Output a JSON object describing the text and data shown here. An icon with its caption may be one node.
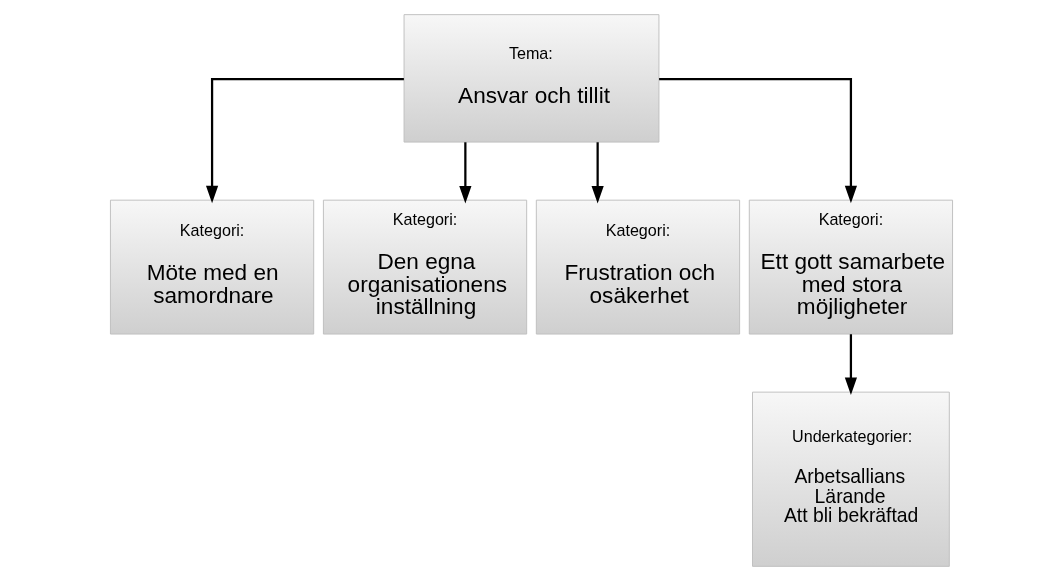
{
  "diagram": {
    "nodes": [
      {
        "text": [
          "Tema:",
          "Ansvar och tillit"
        ]
      },
      {
        "text": [
          "Kategori:",
          "Möte med en samordnare"
        ]
      },
      {
        "text": [
          "Kategori:",
          "Den egna organisationens inställning"
        ]
      },
      {
        "text": [
          "Kategori:",
          "Frustration och osäkerhet"
        ]
      },
      {
        "text": [
          "Kategori:",
          "Ett gott samarbete med stora möjligheter"
        ]
      },
      {
        "text": [
          "Underkategorier:",
          "Arbetsallians",
          "Lärande",
          "Att bli bekräftad"
        ]
      }
    ],
    "edges": [
      {
        "from": 0,
        "to": 1,
        "arrow": "to"
      },
      {
        "from": 0,
        "to": 2,
        "arrow": "to"
      },
      {
        "from": 0,
        "to": 3,
        "arrow": "to"
      },
      {
        "from": 0,
        "to": 4,
        "arrow": "to"
      },
      {
        "from": 4,
        "to": 5,
        "arrow": "to"
      }
    ]
  }
}
